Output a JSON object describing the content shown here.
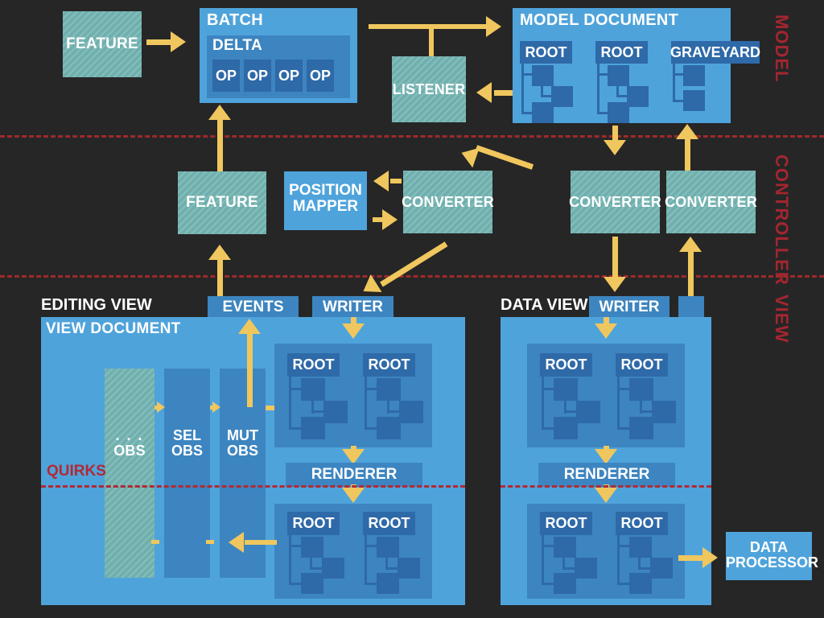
{
  "diagram": {
    "title": "CKEditor 5 MVC architecture overview",
    "background_color": "#262626",
    "accent_arrow_color": "#F0C75E",
    "band_divider_color": "#9E2A2B",
    "teal_color": "#6FB0AE",
    "blue_color": "#4FA3DB",
    "blue_mid_color": "#3D85C0",
    "blue_dark_color": "#2E69A8"
  },
  "bands": [
    {
      "label": "MODEL"
    },
    {
      "label": "CONTROLLER"
    },
    {
      "label": "VIEW"
    }
  ],
  "model": {
    "feature": {
      "label": "FEATURE"
    },
    "batch": {
      "label": "BATCH",
      "delta": {
        "label": "DELTA",
        "ops": [
          {
            "label": "OP"
          },
          {
            "label": "OP"
          },
          {
            "label": "OP"
          },
          {
            "label": "OP"
          }
        ]
      }
    },
    "listener": {
      "label": "LISTENER"
    },
    "model_document": {
      "label": "MODEL DOCUMENT",
      "sections": [
        {
          "label": "ROOT",
          "children": 3
        },
        {
          "label": "ROOT",
          "children": 3
        },
        {
          "label": "GRAVEYARD",
          "children": 2
        }
      ]
    }
  },
  "controller": {
    "feature": {
      "label": "FEATURE"
    },
    "position_mapper": {
      "label": "POSITION MAPPER",
      "line1": "POSITION",
      "line2": "MAPPER"
    },
    "converter_editing": {
      "label": "CONVERTER"
    },
    "converter_data_down": {
      "label": "CONVERTER"
    },
    "converter_data_up": {
      "label": "CONVERTER"
    }
  },
  "view": {
    "editing_view": {
      "title": "EDITING VIEW",
      "tabs": [
        {
          "label": "EVENTS"
        },
        {
          "label": "WRITER"
        }
      ],
      "document": {
        "label": "VIEW DOCUMENT",
        "observers": [
          {
            "line1": ". . .",
            "line2": "OBS",
            "style": "teal"
          },
          {
            "line1": "SEL",
            "line2": "OBS",
            "style": "blue-mid"
          },
          {
            "line1": "MUT",
            "line2": "OBS",
            "style": "blue-mid"
          }
        ],
        "upper_tree": {
          "roots": [
            {
              "label": "ROOT"
            },
            {
              "label": "ROOT"
            }
          ]
        },
        "renderer": {
          "label": "RENDERER"
        },
        "lower_tree": {
          "roots": [
            {
              "label": "ROOT"
            },
            {
              "label": "ROOT"
            }
          ]
        },
        "quirks_label": "QUIRKS"
      }
    },
    "data_view": {
      "title": "DATA VIEW",
      "tabs": [
        {
          "label": "WRITER"
        },
        {
          "label": ""
        }
      ],
      "document": {
        "upper_tree": {
          "roots": [
            {
              "label": "ROOT"
            },
            {
              "label": "ROOT"
            }
          ]
        },
        "renderer": {
          "label": "RENDERER"
        },
        "lower_tree": {
          "roots": [
            {
              "label": "ROOT"
            },
            {
              "label": "ROOT"
            }
          ]
        }
      }
    },
    "data_processor": {
      "label": "DATA PROCESSOR",
      "line1": "DATA",
      "line2": "PROCESSOR"
    }
  }
}
